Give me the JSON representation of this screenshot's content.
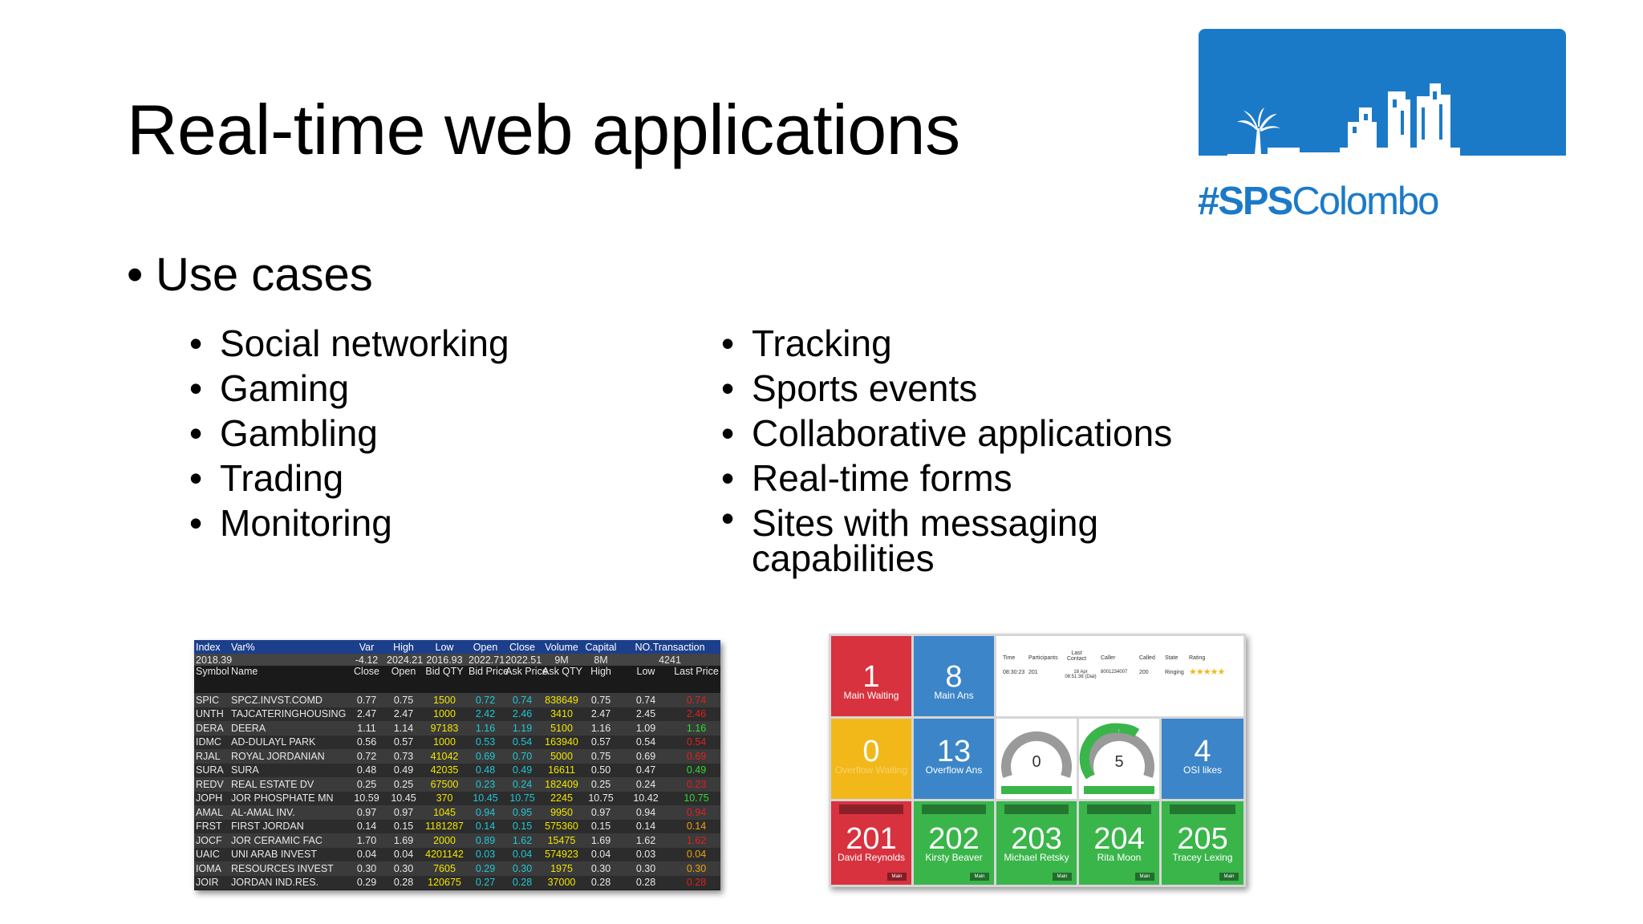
{
  "slide": {
    "title": "Real-time web applications",
    "logo_hashtag": "#SPS",
    "logo_name": "Colombo",
    "main_bullet": "Use cases",
    "left_items": [
      "Social networking",
      "Gaming",
      "Gambling",
      "Trading",
      "Monitoring"
    ],
    "right_items": [
      "Tracking",
      "Sports events",
      "Collaborative applications",
      "Real-time forms"
    ],
    "right_item_wrap_1": "Sites with messaging",
    "right_item_wrap_2": "capabilities"
  },
  "colors": {
    "logo_blue": "#1b7ac8",
    "table_header": "#1c3f8c",
    "dash_red": "#d8323f",
    "dash_blue": "#3c85c8",
    "dash_yellow": "#f2b81a",
    "dash_green": "#3ab54a"
  },
  "trading": {
    "index_headers": [
      "Index",
      "Var%",
      "Var",
      "High",
      "Low",
      "Open",
      "Close",
      "Volume",
      "Capital",
      "NO.Transaction"
    ],
    "index_values": [
      "2018.39",
      "",
      "-4.12",
      "2024.21",
      "2016.93",
      "2022.71",
      "2022.51",
      "9M",
      "8M",
      "4241"
    ],
    "col_headers": [
      "Symbol",
      "Name",
      "Close",
      "Open",
      "Bid QTY",
      "Bid Price",
      "Ask Price",
      "Ask QTY",
      "High",
      "Low",
      "Last Price"
    ],
    "rows": [
      [
        "SPIC",
        "SPCZ.INVST.COMD",
        "0.77",
        "0.75",
        "1500",
        "0.72",
        "0.74",
        "838649",
        "0.75",
        "0.74",
        "0.74"
      ],
      [
        "UNTH",
        "TAJCATERINGHOUSING",
        "2.47",
        "2.47",
        "1000",
        "2.42",
        "2.46",
        "3410",
        "2.47",
        "2.45",
        "2.46"
      ],
      [
        "DERA",
        "DEERA",
        "1.11",
        "1.14",
        "97183",
        "1.16",
        "1.19",
        "5100",
        "1.16",
        "1.09",
        "1.16"
      ],
      [
        "IDMC",
        "AD-DULAYL PARK",
        "0.56",
        "0.57",
        "1000",
        "0.53",
        "0.54",
        "163940",
        "0.57",
        "0.54",
        "0.54"
      ],
      [
        "RJAL",
        "ROYAL JORDANIAN",
        "0.72",
        "0.73",
        "41042",
        "0.69",
        "0.70",
        "5000",
        "0.75",
        "0.69",
        "0.69"
      ],
      [
        "SURA",
        "SURA",
        "0.48",
        "0.49",
        "42035",
        "0.48",
        "0.49",
        "16611",
        "0.50",
        "0.47",
        "0.49"
      ],
      [
        "REDV",
        "REAL ESTATE DV",
        "0.25",
        "0.25",
        "67500",
        "0.23",
        "0.24",
        "182409",
        "0.25",
        "0.24",
        "0.23"
      ],
      [
        "JOPH",
        "JOR PHOSPHATE MN",
        "10.59",
        "10.45",
        "370",
        "10.45",
        "10.75",
        "2245",
        "10.75",
        "10.42",
        "10.75"
      ],
      [
        "AMAL",
        "AL-AMAL INV.",
        "0.97",
        "0.97",
        "1045",
        "0.94",
        "0.95",
        "9950",
        "0.97",
        "0.94",
        "0.94"
      ],
      [
        "FRST",
        "FIRST JORDAN",
        "0.14",
        "0.15",
        "1181287",
        "0.14",
        "0.15",
        "575360",
        "0.15",
        "0.14",
        "0.14"
      ],
      [
        "JOCF",
        "JOR CERAMIC FAC",
        "1.70",
        "1.69",
        "2000",
        "0.89",
        "1.62",
        "15475",
        "1.69",
        "1.62",
        "1.62"
      ],
      [
        "UAIC",
        "UNI ARAB INVEST",
        "0.04",
        "0.04",
        "4201142",
        "0.03",
        "0.04",
        "574923",
        "0.04",
        "0.03",
        "0.04"
      ],
      [
        "IOMA",
        "RESOURCES INVEST",
        "0.30",
        "0.30",
        "7605",
        "0.29",
        "0.30",
        "1975",
        "0.30",
        "0.30",
        "0.30"
      ],
      [
        "JOIR",
        "JORDAN IND.RES.",
        "0.29",
        "0.28",
        "120675",
        "0.27",
        "0.28",
        "37000",
        "0.28",
        "0.28",
        "0.28"
      ]
    ]
  },
  "dashboard": {
    "main_waiting": {
      "value": "1",
      "label": "Main Waiting"
    },
    "main_ans": {
      "value": "8",
      "label": "Main Ans"
    },
    "overflow_waiting": {
      "value": "0",
      "label": "Overflow Waiting"
    },
    "overflow_ans": {
      "value": "13",
      "label": "Overflow Ans"
    },
    "gauge_left": {
      "value": "0",
      "fraction": 0.0
    },
    "gauge_right": {
      "value": "5",
      "fraction": 0.25
    },
    "osi_likes": {
      "value": "4",
      "label": "OSI likes"
    },
    "table_headers": [
      "Time",
      "Participants",
      "Last Contact",
      "Caller",
      "Called",
      "State",
      "Rating"
    ],
    "table_row": [
      "08:30:23",
      "201",
      "18 Apr 08:51:36 (Dial)",
      "8001234007",
      "200",
      "Ringing"
    ],
    "rating_stars": "★★★★★",
    "agents": [
      {
        "ext": "201",
        "name": "David Reynolds"
      },
      {
        "ext": "202",
        "name": "Kirsty Beaver"
      },
      {
        "ext": "203",
        "name": "Michael Retsky"
      },
      {
        "ext": "204",
        "name": "Rita Moon"
      },
      {
        "ext": "205",
        "name": "Tracey Lexing"
      }
    ],
    "main_tag": "Main"
  }
}
